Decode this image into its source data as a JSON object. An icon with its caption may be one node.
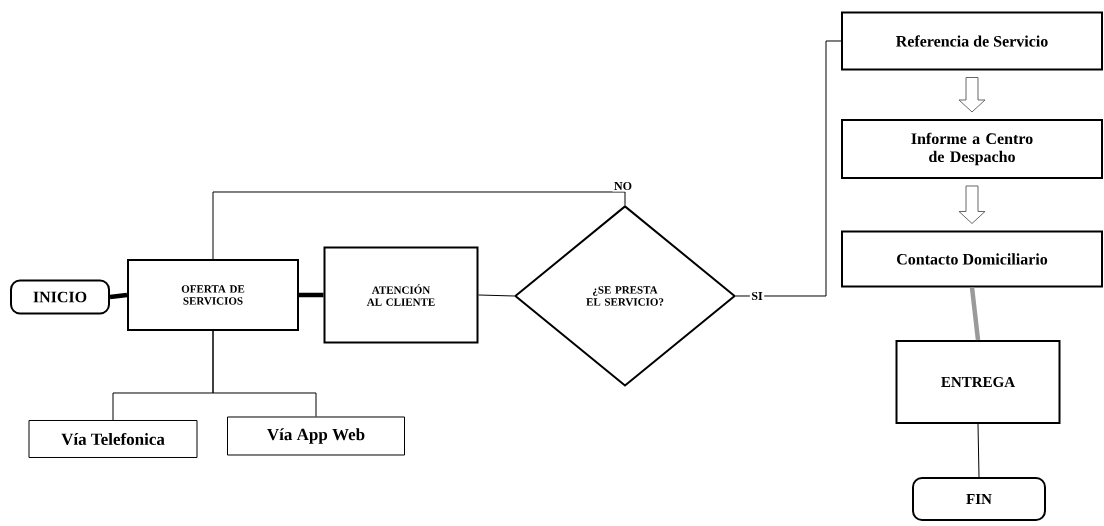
{
  "diagram": {
    "nodes": [
      {
        "text": [
          "INICIO"
        ]
      },
      {
        "text": [
          "OFERTA DE SERVICIOS"
        ]
      },
      {
        "text": [
          "ATENCIÓN AL CLIENTE"
        ]
      },
      {
        "text": [
          "¿SE PRESTA EL SERVICIO?"
        ]
      },
      {
        "text": [
          "Vía Telefonica"
        ]
      },
      {
        "text": [
          "Vía App Web"
        ]
      },
      {
        "text": [
          "Referencia de Servicio"
        ]
      },
      {
        "text": [
          "Informe a Centro de Despacho"
        ]
      },
      {
        "text": [
          "Contacto Domiciliario"
        ]
      },
      {
        "text": [
          "ENTREGA"
        ]
      },
      {
        "text": [
          "FIN"
        ]
      }
    ],
    "edges": [
      {
        "from": 0,
        "to": 1,
        "arrow": "none",
        "style": "thick"
      },
      {
        "from": 1,
        "to": 2,
        "arrow": "none",
        "style": "thick"
      },
      {
        "from": 2,
        "to": 3,
        "arrow": "none"
      },
      {
        "from": 1,
        "to": 4,
        "arrow": "none"
      },
      {
        "from": 1,
        "to": 5,
        "arrow": "none"
      },
      {
        "from": 3,
        "to": 1,
        "arrow": "none",
        "label": "NO"
      },
      {
        "from": 3,
        "to": 6,
        "arrow": "none",
        "label": "SI"
      },
      {
        "from": 6,
        "to": 7,
        "arrow": "to"
      },
      {
        "from": 7,
        "to": 8,
        "arrow": "to"
      },
      {
        "from": 8,
        "to": 9,
        "arrow": "none",
        "style": "thick",
        "color": "#9a9a9a"
      },
      {
        "from": 9,
        "to": 10,
        "arrow": "none"
      }
    ]
  }
}
